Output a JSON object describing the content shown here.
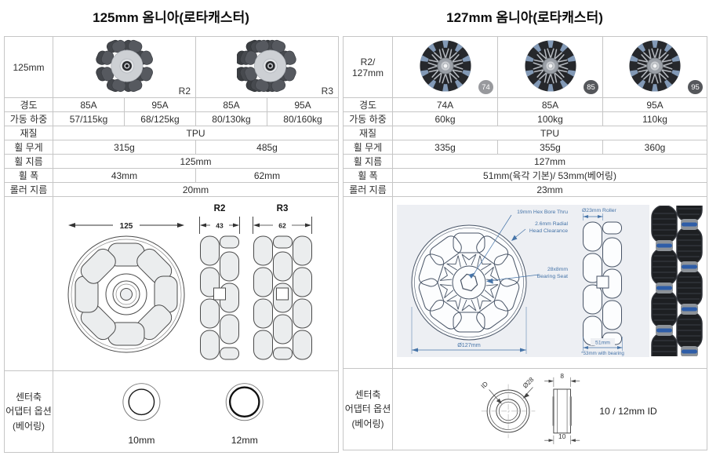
{
  "meta": {
    "border_color": "#c6c6c6",
    "accent_blue": "#4674a8",
    "panel_bg": "#edeff3",
    "badge_gray_light": "#98999d",
    "badge_gray_dark": "#55575b"
  },
  "labels": {
    "hardness": "경도",
    "load": "가동 하중",
    "material": "재질",
    "weight": "휠 무게",
    "diameter": "휠 지름",
    "width": "휠 폭",
    "roller": "롤러 지름",
    "adapter": "센터축 어댑터 옵션 (베어링)"
  },
  "left": {
    "title": "125mm 옴니아(로타캐스터)",
    "size_label": "125mm",
    "variants": [
      "R2",
      "R3"
    ],
    "hardness": [
      "85A",
      "95A",
      "85A",
      "95A"
    ],
    "load": [
      "57/115kg",
      "68/125kg",
      "80/130kg",
      "80/160kg"
    ],
    "material": "TPU",
    "weight": [
      "315g",
      "485g"
    ],
    "diameter": "125mm",
    "width": [
      "43mm",
      "62mm"
    ],
    "roller": "20mm",
    "drawing": {
      "dia": "125",
      "r2_label": "R2",
      "r2_width": "43",
      "r3_label": "R3",
      "r3_width": "62"
    },
    "adapter_options": [
      "10mm",
      "12mm"
    ]
  },
  "right": {
    "title": "127mm 옴니아(로타캐스터)",
    "size_label": "R2/ 127mm",
    "badges": [
      "74",
      "85",
      "95"
    ],
    "hardness": [
      "74A",
      "85A",
      "95A"
    ],
    "load": [
      "60kg",
      "100kg",
      "110kg"
    ],
    "material": "TPU",
    "weight": [
      "335g",
      "355g",
      "360g"
    ],
    "diameter": "127mm",
    "width": "51mm(육각 기본)/ 53mm(베어링)",
    "roller": "23mm",
    "drawing": {
      "hex_bore": "19mm Hex Bore Thru",
      "radial_line1": "2.6mm Radial",
      "radial_line2": "Head Clearance",
      "seat_line1": "28x8mm",
      "seat_line2": "Bearing Seat",
      "dia": "Ø127mm",
      "roller_dia": "Ø23mm Roller",
      "width_main": "51mm",
      "width_note": "*53mm with bearing"
    },
    "bearing": {
      "id": "ID",
      "od": "Ø28",
      "w": "8",
      "b": "10",
      "note": "10 / 12mm ID"
    }
  }
}
